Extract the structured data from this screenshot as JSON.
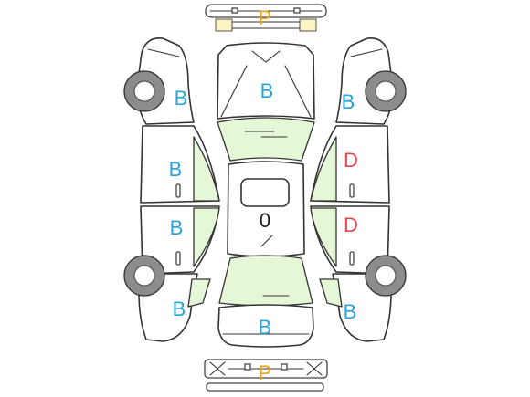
{
  "colors": {
    "code_b": "#2aa3dc",
    "code_d": "#e0484f",
    "code_p": "#e8a317",
    "code_0": "#222222",
    "glass": "#e6f7d8",
    "tire": "#8c8c8c",
    "outline": "#333333"
  },
  "marks": {
    "front_bumper": "P",
    "left_front_fender": "B",
    "hood": "B",
    "right_front_fender": "B",
    "left_front_door": "B",
    "right_front_door": "D",
    "roof": "0",
    "left_rear_door": "B",
    "right_rear_door": "D",
    "left_rear_quarter": "B",
    "trunk": "B",
    "right_rear_quarter": "B",
    "rear_bumper": "P"
  }
}
